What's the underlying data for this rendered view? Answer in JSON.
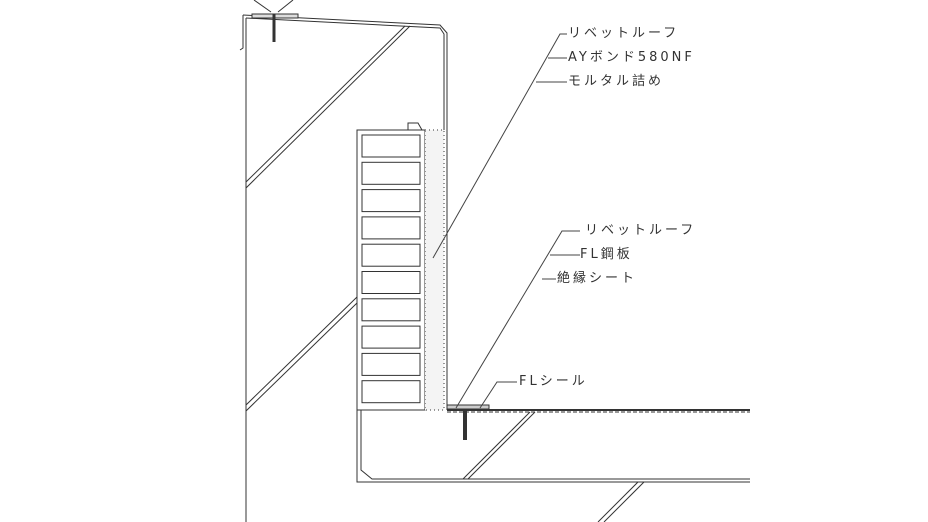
{
  "callouts_upper": [
    "リベットルーフ",
    "AYボンド580NF",
    "モルタル詰め"
  ],
  "callouts_lower": [
    "リベットルーフ",
    "FL鋼板",
    "絶縁シート"
  ],
  "callout_seal": "FLシール",
  "colors": {
    "line": "#333333",
    "mortar": "#f4f4f4"
  }
}
